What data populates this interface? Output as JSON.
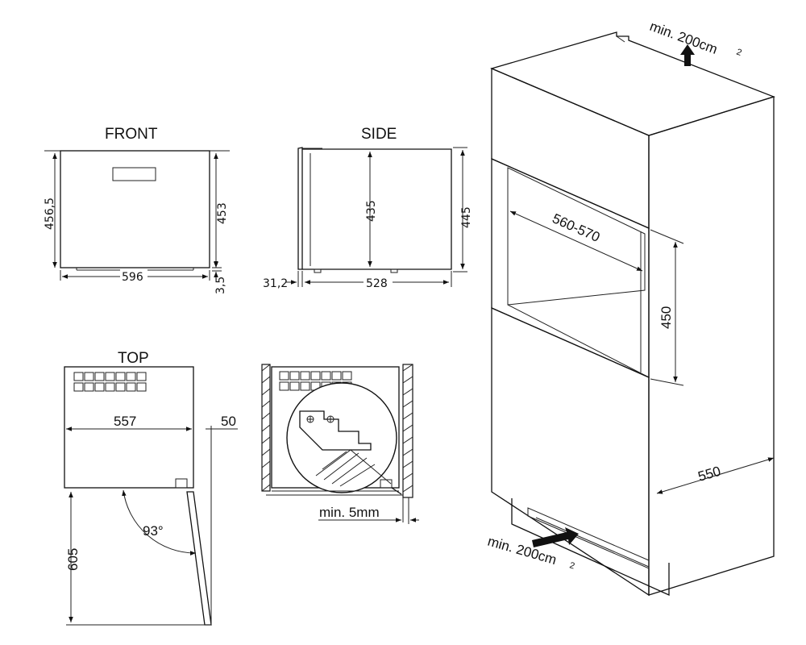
{
  "views": {
    "front": {
      "title": "FRONT",
      "width": "596",
      "height_total": "456,5",
      "height_body": "453",
      "feet": "3,5"
    },
    "side": {
      "title": "SIDE",
      "depth": "528",
      "front_panel": "31,2",
      "height_inner": "435",
      "height_total": "445"
    },
    "top": {
      "title": "TOP",
      "width": "557",
      "door_thickness": "50",
      "open_angle": "93°",
      "open_depth": "605"
    },
    "detail": {
      "min_gap": "min. 5mm"
    },
    "cabinet": {
      "niche_width": "560-570",
      "niche_height": "450",
      "cabinet_depth": "550",
      "vent_top_label": "min. 200cm",
      "vent_top_sup": "2",
      "vent_bottom_label": "min. 200cm",
      "vent_bottom_sup": "2"
    }
  }
}
